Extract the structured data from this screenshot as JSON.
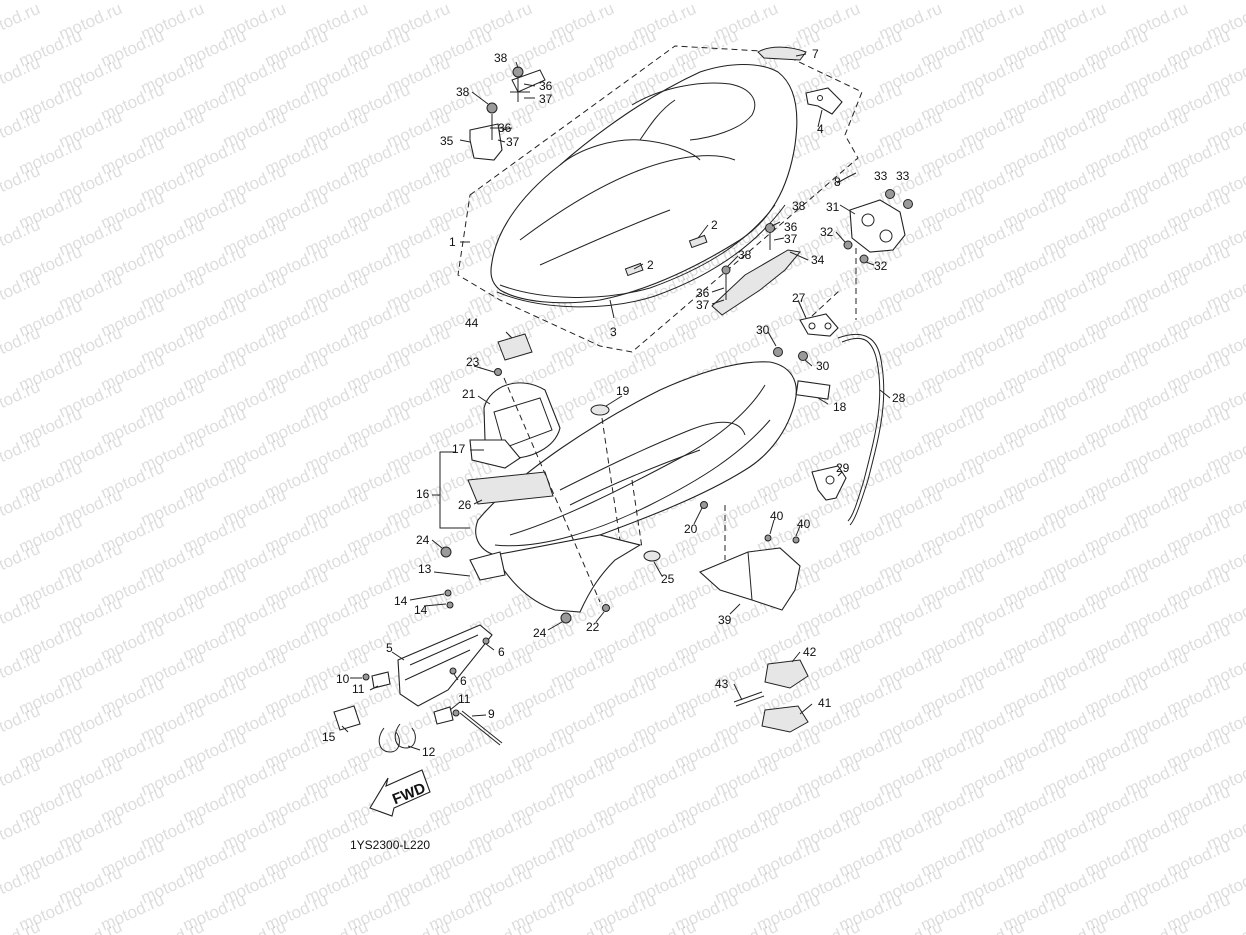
{
  "diagram": {
    "watermark_text": "motod.ru",
    "drawing_code": "1YS2300-L220",
    "fwd_text": "FWD",
    "part_numbers": [
      "1",
      "2",
      "3",
      "4",
      "5",
      "6",
      "7",
      "8",
      "9",
      "10",
      "11",
      "12",
      "13",
      "14",
      "15",
      "16",
      "17",
      "18",
      "19",
      "20",
      "21",
      "22",
      "23",
      "24",
      "25",
      "26",
      "27",
      "28",
      "29",
      "30",
      "31",
      "32",
      "33",
      "34",
      "35",
      "36",
      "37",
      "38",
      "39",
      "40",
      "41",
      "42",
      "43",
      "44"
    ]
  }
}
